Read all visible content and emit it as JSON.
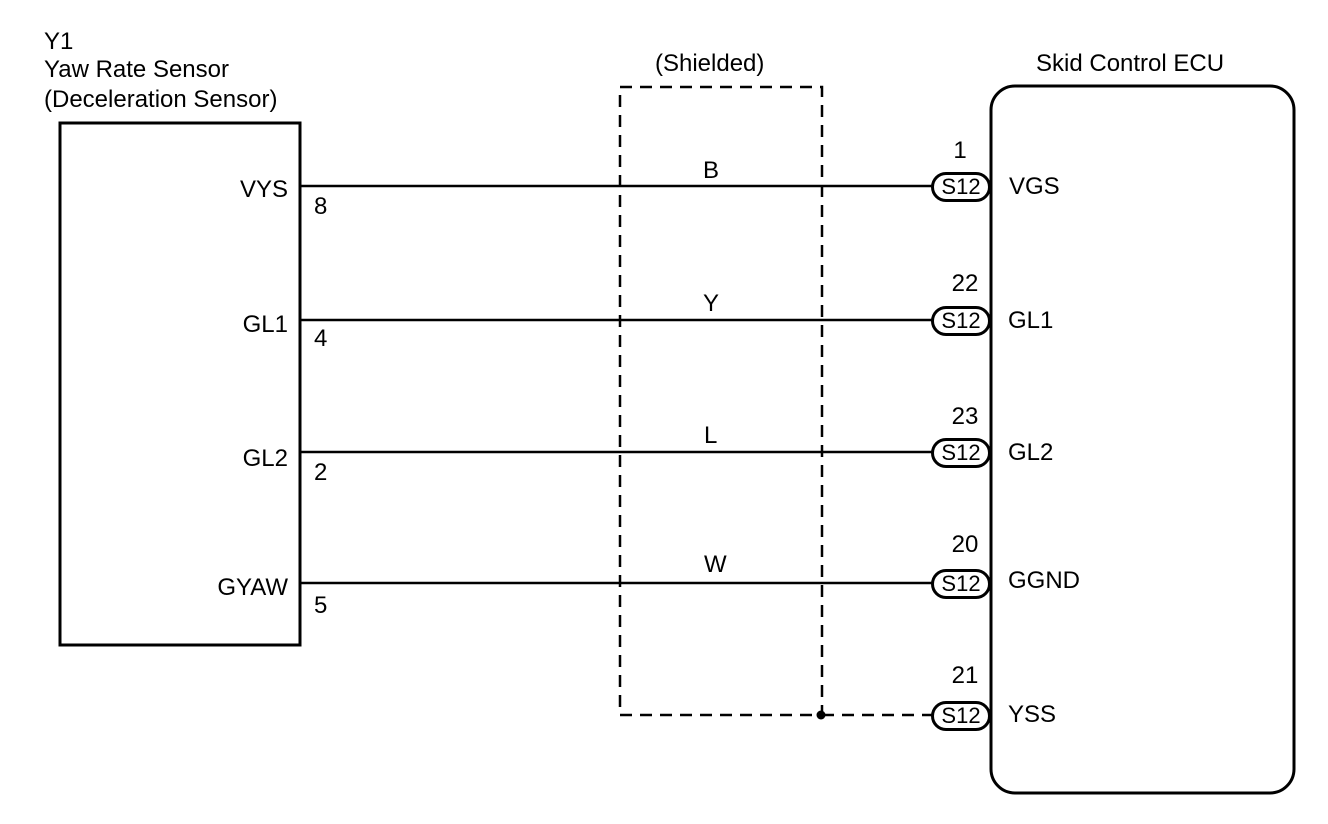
{
  "sensor": {
    "code": "Y1",
    "name": "Yaw Rate Sensor",
    "subname": "(Deceleration Sensor)"
  },
  "shield": {
    "label": "(Shielded)"
  },
  "ecu": {
    "title": "Skid Control ECU"
  },
  "wires": [
    {
      "sensor_terminal": "VYS",
      "sensor_pin": "8",
      "color": "B",
      "ecu_pin": "1",
      "connector": "S12",
      "ecu_terminal": "VGS"
    },
    {
      "sensor_terminal": "GL1",
      "sensor_pin": "4",
      "color": "Y",
      "ecu_pin": "22",
      "connector": "S12",
      "ecu_terminal": "GL1"
    },
    {
      "sensor_terminal": "GL2",
      "sensor_pin": "2",
      "color": "L",
      "ecu_pin": "23",
      "connector": "S12",
      "ecu_terminal": "GL2"
    },
    {
      "sensor_terminal": "GYAW",
      "sensor_pin": "5",
      "color": "W",
      "ecu_pin": "20",
      "connector": "S12",
      "ecu_terminal": "GGND"
    }
  ],
  "shield_ground": {
    "ecu_pin": "21",
    "connector": "S12",
    "ecu_terminal": "YSS"
  }
}
